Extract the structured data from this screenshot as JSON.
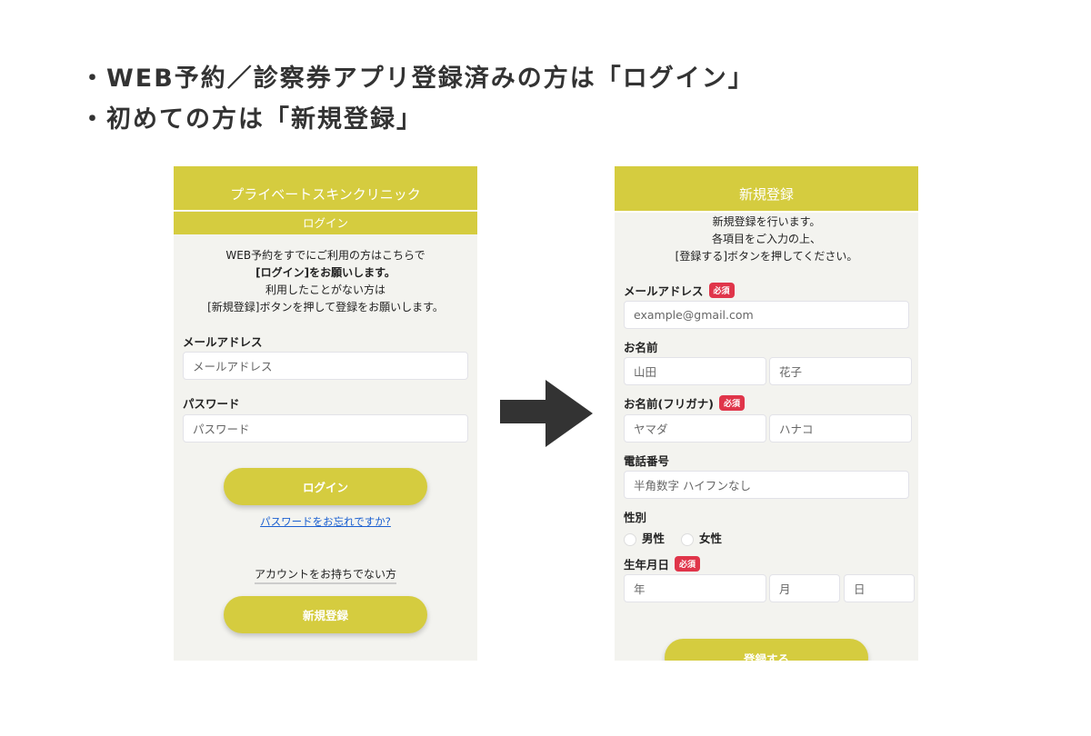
{
  "heading": {
    "line1": "・WEB予約／診察券アプリ登録済みの方は「ログイン」",
    "line2": "・初めての方は「新規登録」"
  },
  "login": {
    "clinic": "プライベートスキンクリニック",
    "subtitle": "ログイン",
    "intro": [
      "WEB予約をすでにご利用の方はこちらで",
      "[ログイン]をお願いします。",
      "利用したことがない方は",
      "[新規登録]ボタンを押して登録をお願いします。"
    ],
    "email_label": "メールアドレス",
    "email_placeholder": "メールアドレス",
    "password_label": "パスワード",
    "password_placeholder": "パスワード",
    "login_button": "ログイン",
    "forgot_link": "パスワードをお忘れですか?",
    "no_account": "アカウントをお持ちでない方",
    "register_button": "新規登録"
  },
  "register": {
    "title": "新規登録",
    "intro": [
      "新規登録を行います。",
      "各項目をご入力の上、",
      "[登録する]ボタンを押してください。"
    ],
    "required": "必須",
    "email_label": "メールアドレス",
    "email_placeholder": "example@gmail.com",
    "name_label": "お名前",
    "last_name_placeholder": "山田",
    "first_name_placeholder": "花子",
    "kana_label": "お名前(フリガナ)",
    "last_kana_placeholder": "ヤマダ",
    "first_kana_placeholder": "ハナコ",
    "phone_label": "電話番号",
    "phone_placeholder": "半角数字 ハイフンなし",
    "gender_label": "性別",
    "male": "男性",
    "female": "女性",
    "birth_label": "生年月日",
    "year": "年",
    "month": "月",
    "day": "日",
    "submit": "登録する"
  },
  "colors": {
    "accent": "#d5cc3f",
    "required": "#e0354a",
    "panel_bg": "#f3f3ef"
  }
}
